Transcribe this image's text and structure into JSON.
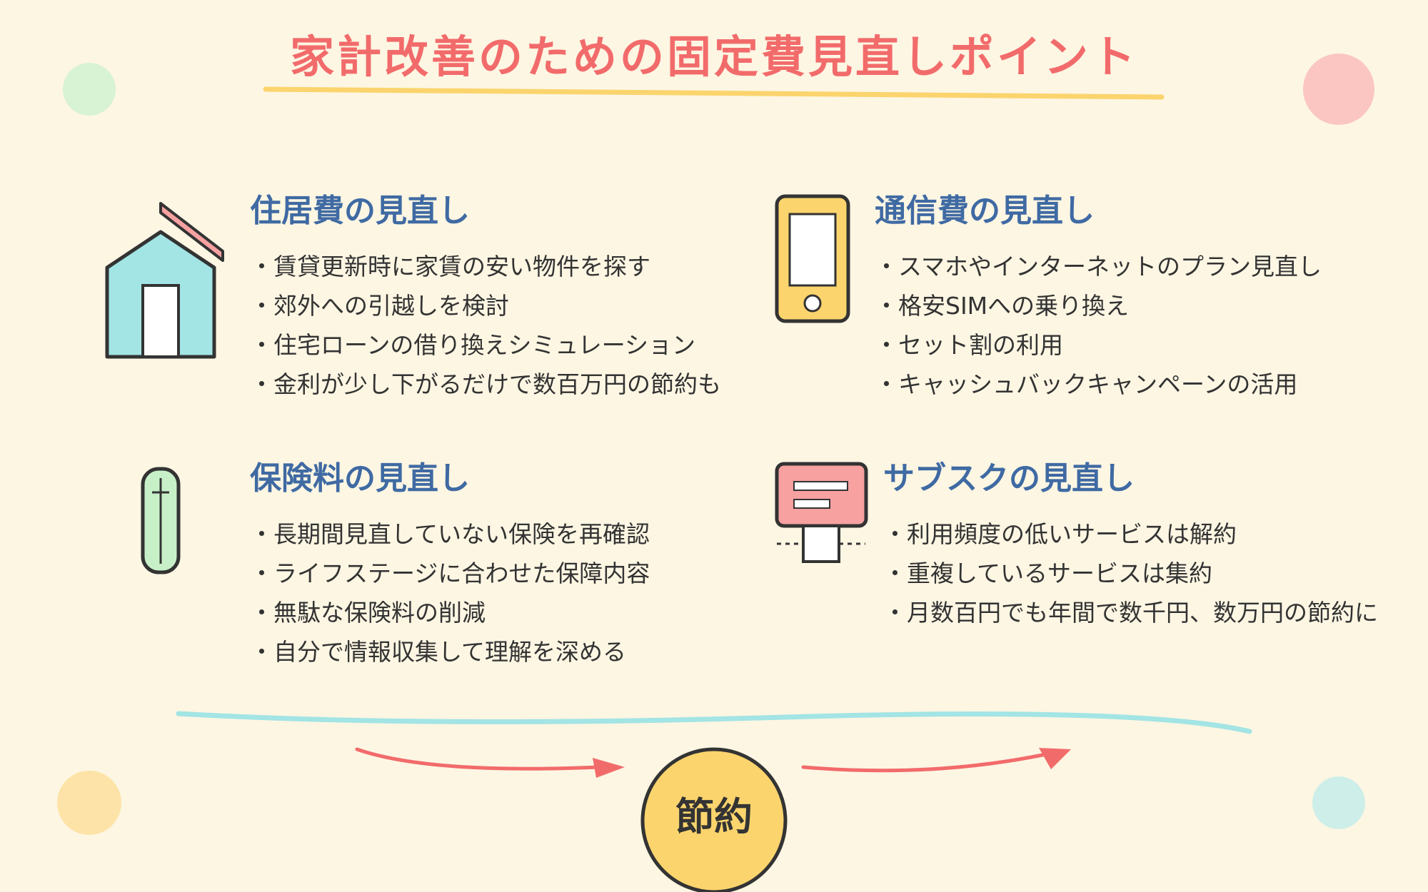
{
  "title": "家計改善のための固定費見直しポイント",
  "colors": {
    "background": "#fdf6e3",
    "title": "#f26b6b",
    "heading": "#3f6aa3",
    "accent_yellow": "#fbd46d",
    "accent_teal": "#a3e4e4",
    "accent_red": "#f26b6b",
    "accent_pink": "#f7a1a1",
    "accent_green": "#c8f0c8"
  },
  "sections": [
    {
      "icon": "house-icon",
      "heading": "住居費の見直し",
      "items": [
        "賃貸更新時に家賃の安い物件を探す",
        "郊外への引越しを検討",
        "住宅ローンの借り換えシミュレーション",
        "金利が少し下がるだけで数百万円の節約も"
      ]
    },
    {
      "icon": "smartphone-icon",
      "heading": "通信費の見直し",
      "items": [
        "スマホやインターネットのプラン見直し",
        "格安SIMへの乗り換え",
        "セット割の利用",
        "キャッシュバックキャンペーンの活用"
      ]
    },
    {
      "icon": "insurance-card-icon",
      "heading": "保険料の見直し",
      "items": [
        "長期間見直していない保険を再確認",
        "ライフステージに合わせた保障内容",
        "無駄な保険料の削減",
        "自分で情報収集して理解を深める"
      ]
    },
    {
      "icon": "subscription-box-icon",
      "heading": "サブスクの見直し",
      "items": [
        "利用頻度の低いサービスは解約",
        "重複しているサービスは集約",
        "月数百円でも年間で数千円、数万円の節約に"
      ]
    }
  ],
  "center_label": "節約"
}
